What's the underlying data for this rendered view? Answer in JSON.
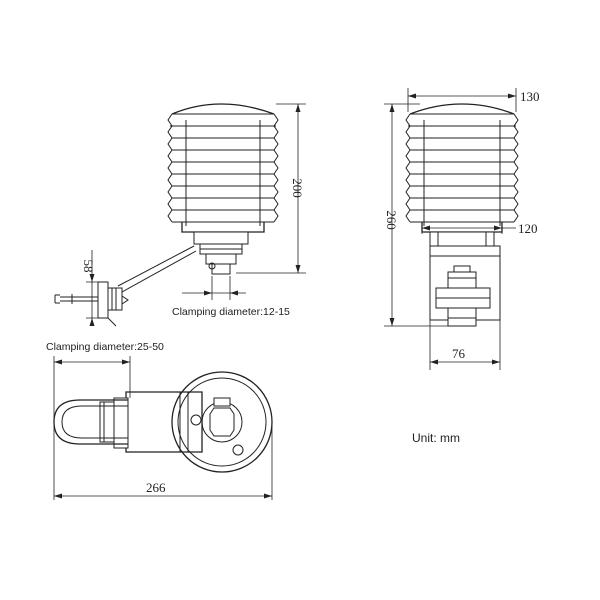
{
  "labels": {
    "height_200": "200",
    "height_58": "58",
    "clamp_small": "Clamping diameter:12-15",
    "clamp_large": "Clamping diameter:25-50",
    "width_130": "130",
    "width_120": "120",
    "height_260": "260",
    "width_76": "76",
    "length_266": "266",
    "unit": "Unit: mm"
  }
}
